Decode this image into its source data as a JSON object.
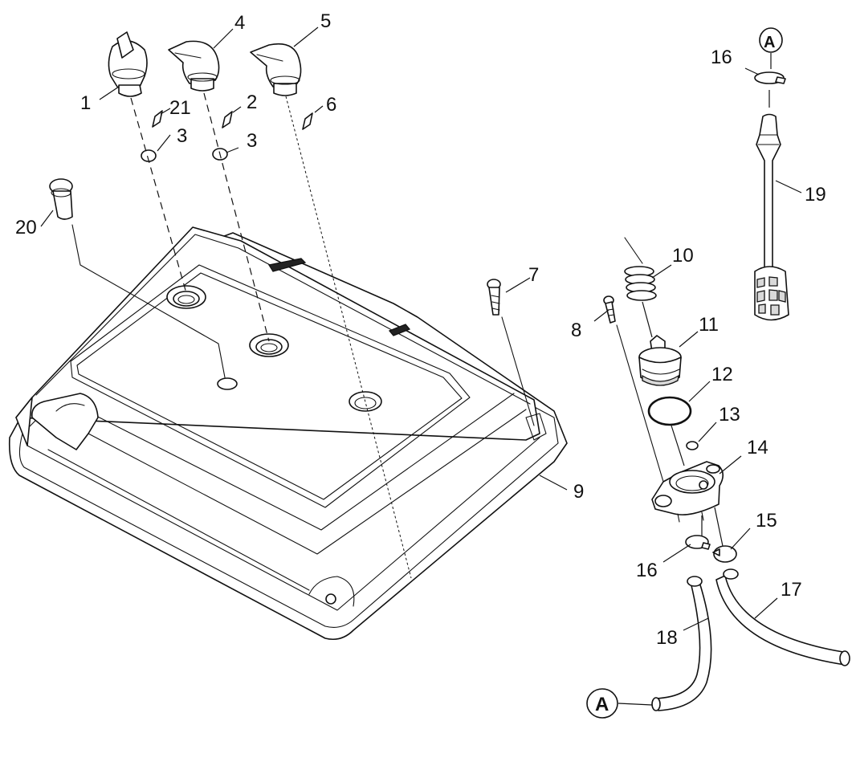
{
  "callouts": {
    "c1": "1",
    "c2": "2",
    "c3a": "3",
    "c3b": "3",
    "c4": "4",
    "c5": "5",
    "c6": "6",
    "c7": "7",
    "c8": "8",
    "c9": "9",
    "c10": "10",
    "c11": "11",
    "c12": "12",
    "c13": "13",
    "c14": "14",
    "c15": "15",
    "c16a": "16",
    "c16b": "16",
    "c17": "17",
    "c18": "18",
    "c19": "19",
    "c20": "20",
    "c21": "21"
  },
  "references": {
    "top": "A",
    "bottom": "A"
  }
}
